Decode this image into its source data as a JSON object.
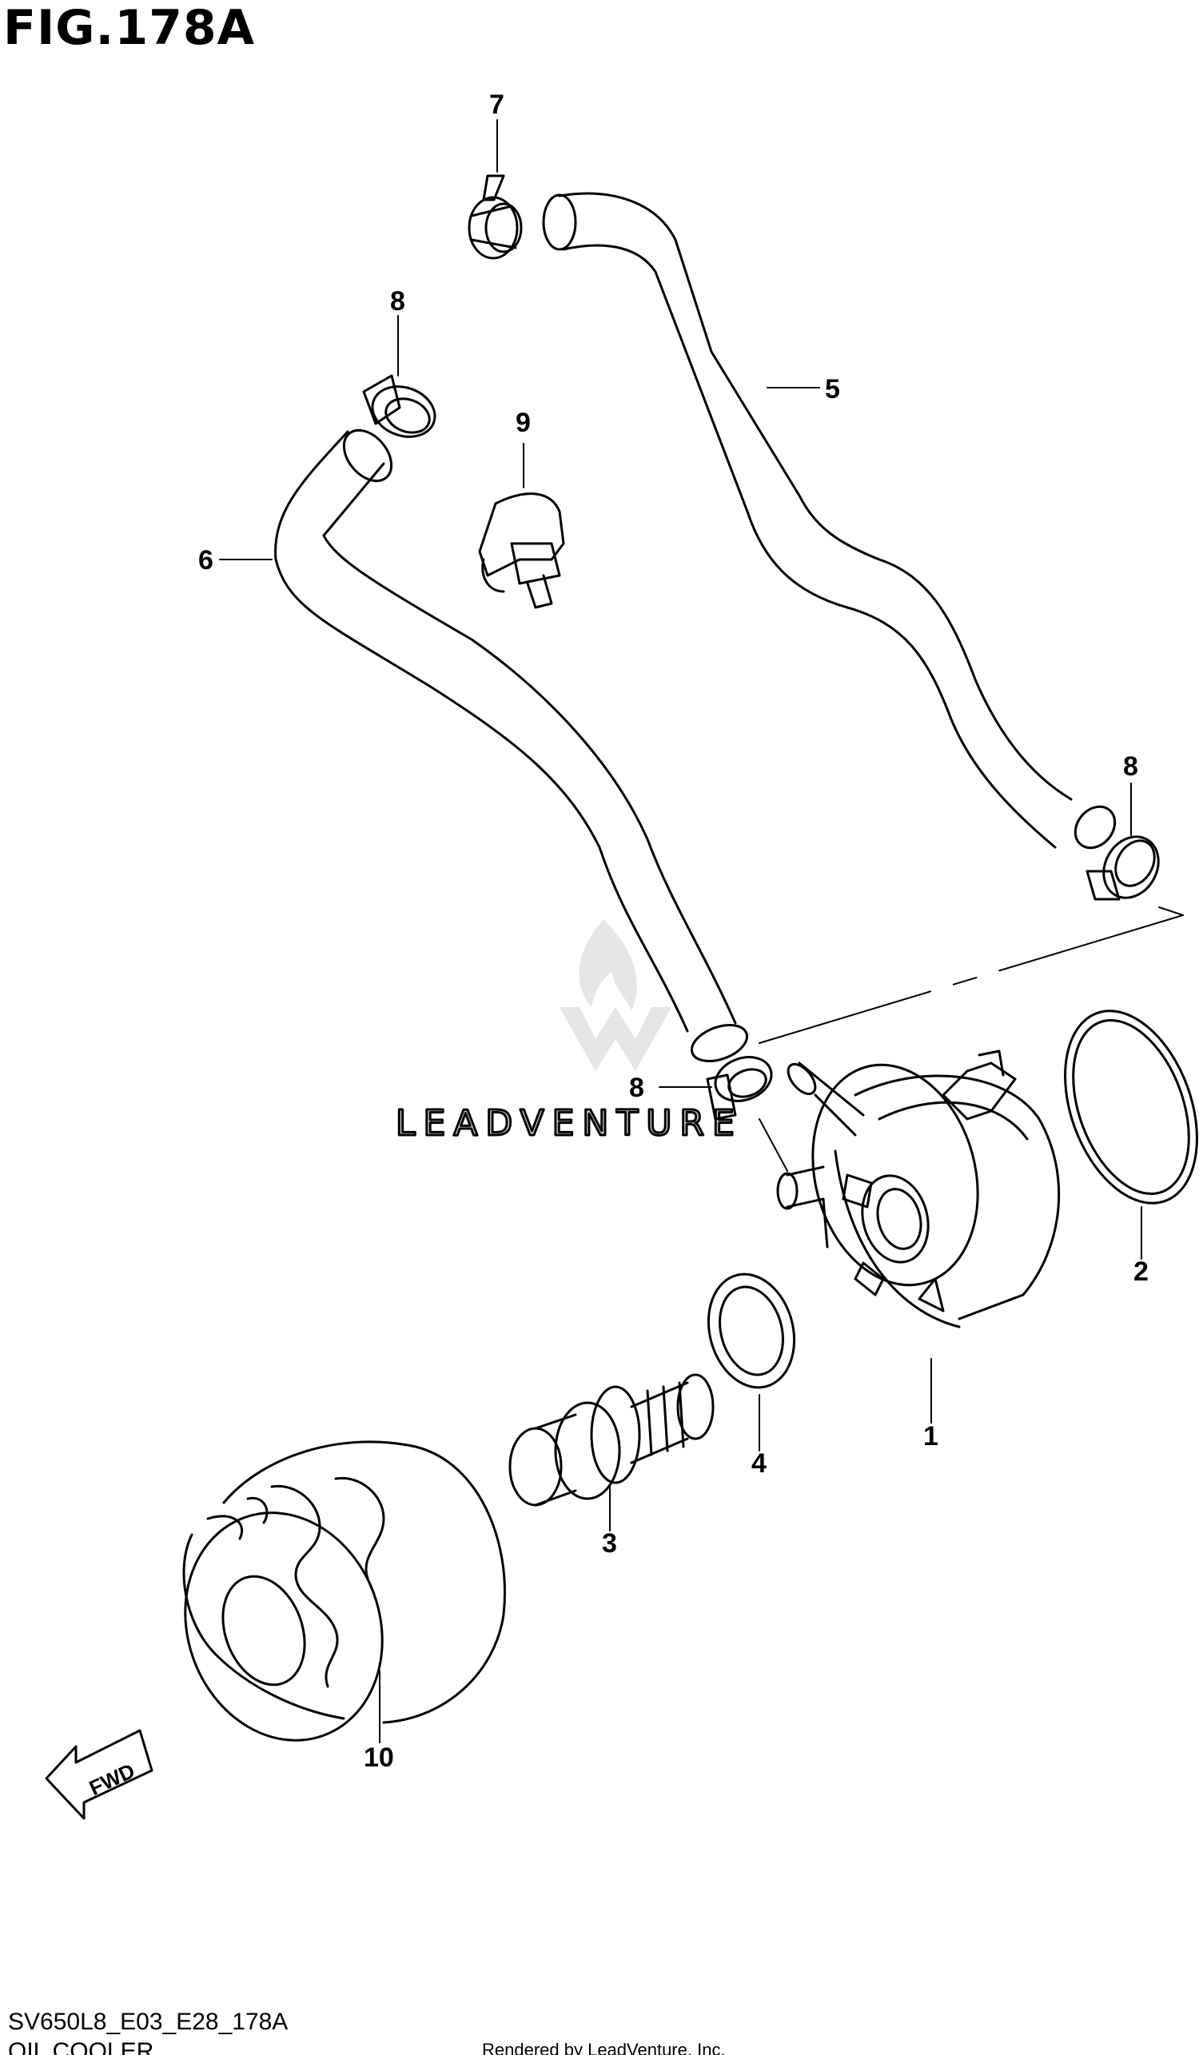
{
  "figure": {
    "title": "FIG.178A",
    "code": "SV650L8_E03_E28_178A",
    "name": "OIL COOLER"
  },
  "footer": {
    "rendered_by": "Rendered by LeadVenture, Inc."
  },
  "watermark": {
    "text": "LEADVENTURE"
  },
  "direction_marker": {
    "label": "FWD"
  },
  "callouts": {
    "oil_cooler": "1",
    "o_ring": "2",
    "union_bolt": "3",
    "gasket": "4",
    "hose_upper": "5",
    "hose_lower": "6",
    "clamp_7": "7",
    "clamp_8_top": "8",
    "clamp_8_right": "8",
    "clamp_8_bottom": "8",
    "hose_clamp_9": "9",
    "oil_filter": "10"
  },
  "colors": {
    "line": "#000000",
    "watermark": "#d8d8d8"
  }
}
